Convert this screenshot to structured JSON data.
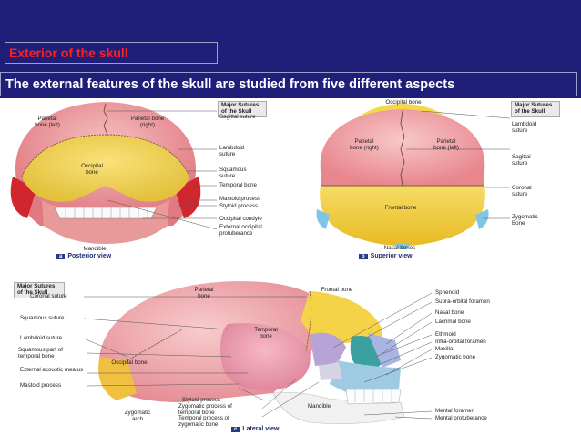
{
  "slide": {
    "title": "Exterior of the skull",
    "subtitle": "The external features of the skull are studied from five different aspects"
  },
  "colors": {
    "header_bg": "#1f1f7a",
    "title_text": "#ff2020",
    "parietal": "#f2a2a6",
    "occipital": "#f1d64e",
    "frontal": "#f4d348",
    "temporal": "#f0a2b5",
    "sphenoid": "#b7a3d6",
    "nasal_blue": "#7ec6e6"
  },
  "posterior": {
    "sutures_header": "Major Sutures of the Skull",
    "labels": {
      "parietal_left": "Parietal bone (left)",
      "parietal_right": "Parietal bone (right)",
      "occipital": "Occipital bone",
      "mandible": "Mandible",
      "sagittal": "Sagittal suture",
      "lambdoid": "Lambdoid suture",
      "squamous": "Squamous suture",
      "temporal": "Temporal bone",
      "mastoid": "Mastoid process",
      "styloid": "Styloid process",
      "condyle": "Occipital condyle",
      "protuberance": "External occipital protuberance"
    },
    "view_letter": "a",
    "view_name": "Posterior view"
  },
  "superior": {
    "sutures_header": "Major Sutures of the Skull",
    "labels": {
      "occipital": "Occipital bone",
      "parietal_right": "Parietal bone (right)",
      "parietal_left": "Parietal bone (left)",
      "frontal": "Frontal bone",
      "nasal": "Nasal bones",
      "lambdoid": "Lambdoid suture",
      "sagittal": "Sagittal suture",
      "coronal": "Coronal suture",
      "zygomatic": "Zygomatic Bone"
    },
    "view_letter": "b",
    "view_name": "Superior view"
  },
  "lateral": {
    "sutures_header": "Major Sutures of the Skull",
    "labels": {
      "coronal": "Coronal suture",
      "squamous": "Squamous suture",
      "lambdoid": "Lambdoid suture",
      "squamous_part": "Squamous part of temporal bone",
      "acoustic": "External acoustic meatus",
      "mastoid": "Mastoid process",
      "parietal": "Parietal bone",
      "frontal": "Frontal bone",
      "temporal": "Temporal bone",
      "occipital": "Occipital bone",
      "sphenoid": "Sphenoid",
      "supraorbital": "Supra-orbital foramen",
      "nasal": "Nasal bone",
      "lacrimal": "Lacrimal bone",
      "ethmoid": "Ethmoid",
      "infraorbital": "Infra-orbital foramen",
      "maxilla": "Maxilla",
      "zygomatic_bone": "Zygomatic bone",
      "styloid": "Styloid process",
      "zyg_process": "Zygomatic process of temporal bone",
      "temporal_process": "Temporal process of zygomatic bone",
      "zyg_arch": "Zygomatic arch",
      "mandible": "Mandible",
      "mental_foramen": "Mental foramen",
      "mental_protuberance": "Mental protuberance"
    },
    "view_letter": "c",
    "view_name": "Lateral view"
  }
}
